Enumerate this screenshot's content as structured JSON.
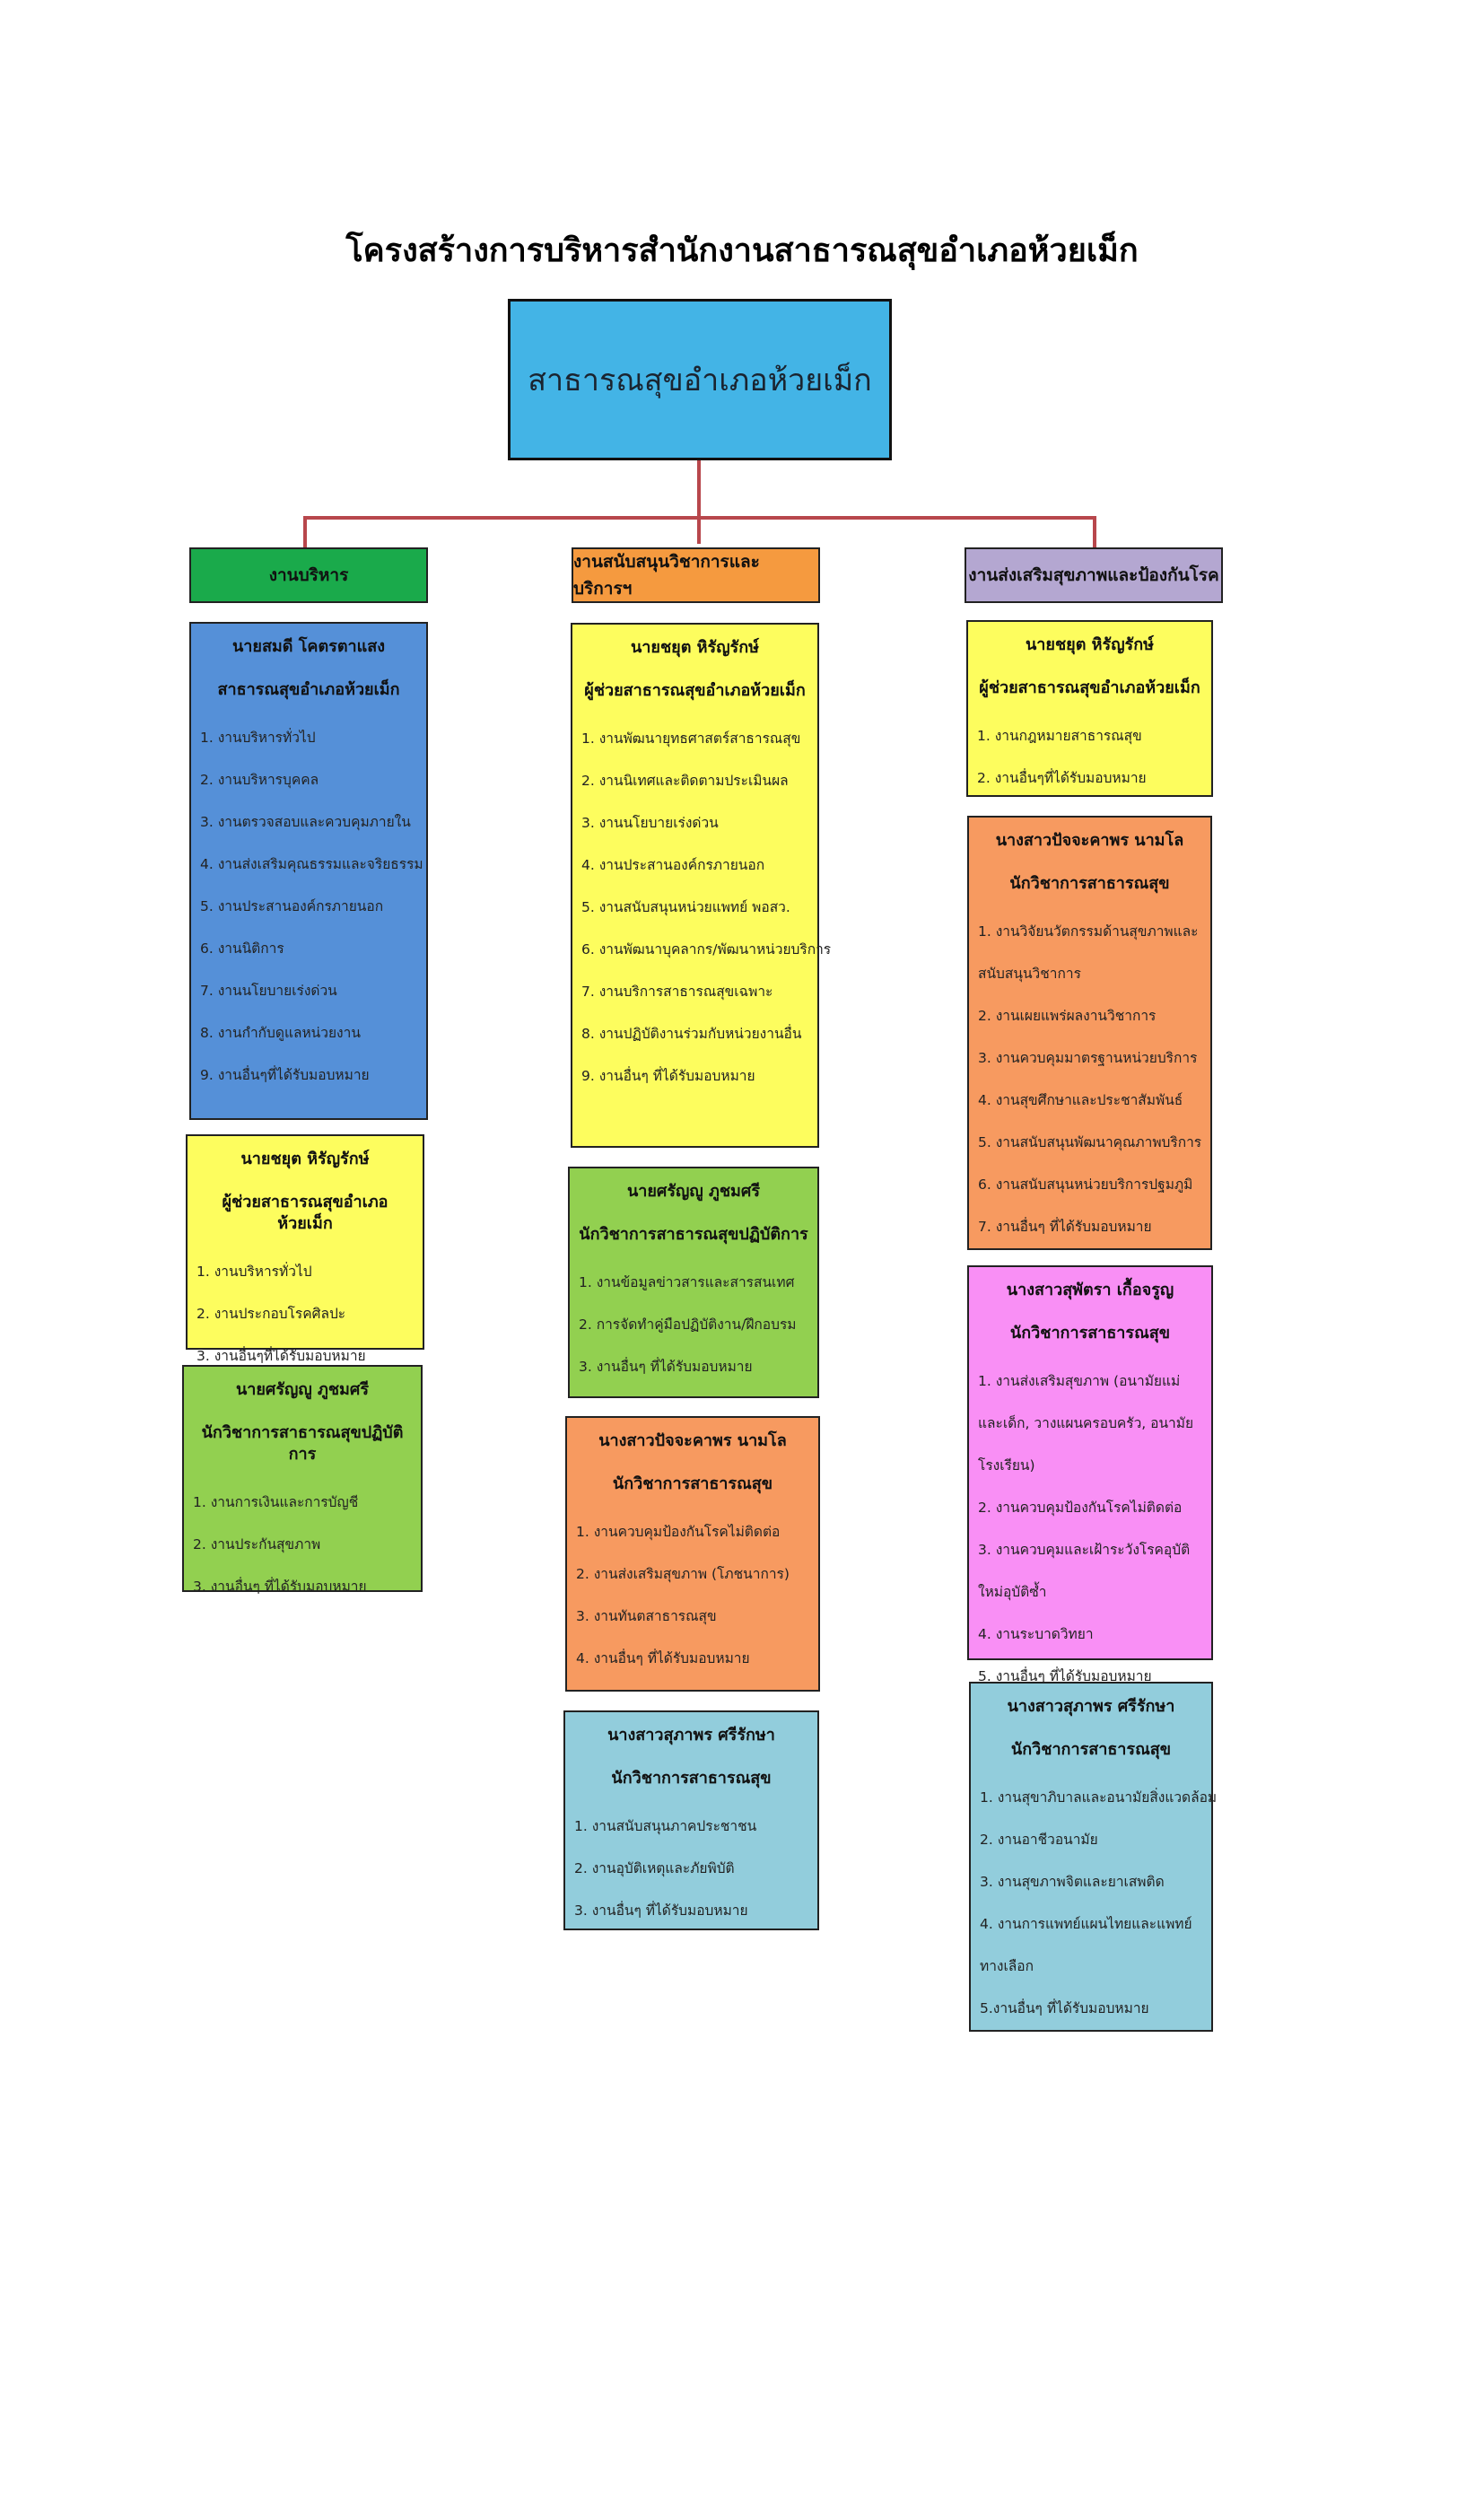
{
  "title": "โครงสร้างการบริหารสำนักงานสาธารณสุขอำเภอห้วยเม็ก",
  "top": {
    "label": "สาธารณสุขอำเภอห้วยเม็ก"
  },
  "colors": {
    "green": "#1aaa4b",
    "orange": "#f59a3f",
    "lavender": "#b4a7d1",
    "blue": "#5590d8",
    "yellow": "#fdfd5e",
    "lime": "#92d050",
    "salmon": "#f79a60",
    "lightblue": "#92cddc",
    "pink": "#f98ff5",
    "topBlue": "#43b4e6",
    "connector": "#b8474c"
  },
  "columns": [
    {
      "header": "งานบริหาร",
      "cards": [
        {
          "name": "นายสมดี โคตรตาแสง",
          "role": "สาธารณสุขอำเภอห้วยเม็ก",
          "items": [
            "1. งานบริหารทั่วไป",
            "2. งานบริหารบุคคล",
            "3. งานตรวจสอบและควบคุมภายใน",
            "4. งานส่งเสริมคุณธรรมและจริยธรรม",
            "5. งานประสานองค์กรภายนอก",
            "6. งานนิติการ",
            "7. งานนโยบายเร่งด่วน",
            "8. งานกำกับดูแลหน่วยงาน",
            "9. งานอื่นๆที่ได้รับมอบหมาย"
          ]
        },
        {
          "name": "นายชยุต หิรัญรักษ์",
          "role": "ผู้ช่วยสาธารณสุขอำเภอห้วยเม็ก",
          "items": [
            "1. งานบริหารทั่วไป",
            "2. งานประกอบโรคศิลปะ",
            "3. งานอื่นๆที่ได้รับมอบหมาย"
          ]
        },
        {
          "name": "นายศรัญญู ภูชมศรี",
          "role": "นักวิชาการสาธารณสุขปฏิบัติการ",
          "items": [
            "1. งานการเงินและการบัญชี",
            "2. งานประกันสุขภาพ",
            "3. งานอื่นๆ ที่ได้รับมอบหมาย"
          ]
        }
      ]
    },
    {
      "header": "งานสนับสนุนวิชาการและบริการฯ",
      "cards": [
        {
          "name": "นายชยุต หิรัญรักษ์",
          "role": "ผู้ช่วยสาธารณสุขอำเภอห้วยเม็ก",
          "items": [
            "1. งานพัฒนายุทธศาสตร์สาธารณสุข",
            "2. งานนิเทศและติดตามประเมินผล",
            "3. งานนโยบายเร่งด่วน",
            "4. งานประสานองค์กรภายนอก",
            "5. งานสนับสนุนหน่วยแพทย์ พอสว.",
            "6. งานพัฒนาบุคลากร/พัฒนาหน่วยบริการ",
            "7. งานบริการสาธารณสุขเฉพาะ",
            "8. งานปฏิบัติงานร่วมกับหน่วยงานอื่น",
            "9. งานอื่นๆ ที่ได้รับมอบหมาย"
          ]
        },
        {
          "name": "นายศรัญญู ภูชมศรี",
          "role": "นักวิชาการสาธารณสุขปฏิบัติการ",
          "items": [
            "1. งานข้อมูลข่าวสารและสารสนเทศ",
            "2. การจัดทำคู่มือปฏิบัติงาน/ฝึกอบรม",
            "3. งานอื่นๆ ที่ได้รับมอบหมาย"
          ]
        },
        {
          "name": "นางสาวปัจจะคาพร นามโล",
          "role": "นักวิชาการสาธารณสุข",
          "items": [
            "1. งานควบคุมป้องกันโรคไม่ติดต่อ",
            "2. งานส่งเสริมสุขภาพ (โภชนาการ)",
            "3. งานทันตสาธารณสุข",
            "4. งานอื่นๆ ที่ได้รับมอบหมาย"
          ]
        },
        {
          "name": "นางสาวสุภาพร ศรีรักษา",
          "role": "นักวิชาการสาธารณสุข",
          "items": [
            "1. งานสนับสนุนภาคประชาชน",
            "2. งานอุบัติเหตุและภัยพิบัติ",
            "3. งานอื่นๆ ที่ได้รับมอบหมาย"
          ]
        }
      ]
    },
    {
      "header": "งานส่งเสริมสุขภาพและป้องกันโรค",
      "cards": [
        {
          "name": "นายชยุต หิรัญรักษ์",
          "role": "ผู้ช่วยสาธารณสุขอำเภอห้วยเม็ก",
          "items": [
            "1. งานกฎหมายสาธารณสุข",
            "2. งานอื่นๆที่ได้รับมอบหมาย"
          ]
        },
        {
          "name": "นางสาวปัจจะคาพร นามโล",
          "role": "นักวิชาการสาธารณสุข",
          "items": [
            "1. งานวิจัยนวัตกรรมด้านสุขภาพและสนับสนุนวิชาการ",
            "2. งานเผยแพร่ผลงานวิชาการ",
            "3. งานควบคุมมาตรฐานหน่วยบริการ",
            "4. งานสุขศึกษาและประชาสัมพันธ์",
            "5. งานสนับสนุนพัฒนาคุณภาพบริการ",
            "6. งานสนับสนุนหน่วยบริการปฐมภูมิ",
            "7. งานอื่นๆ ที่ได้รับมอบหมาย"
          ]
        },
        {
          "name": "นางสาวสุพัตรา เกื้อจรูญ",
          "role": "นักวิชาการสาธารณสุข",
          "items": [
            "1. งานส่งเสริมสุขภาพ (อนามัยแม่และเด็ก, วางแผนครอบครัว, อนามัยโรงเรียน)",
            "2. งานควบคุมป้องกันโรคไม่ติดต่อ",
            "3. งานควบคุมและเฝ้าระวังโรคอุบัติใหม่อุบัติซ้ำ",
            "4. งานระบาดวิทยา",
            "5. งานอื่นๆ ที่ได้รับมอบหมาย"
          ]
        },
        {
          "name": "นางสาวสุภาพร ศรีรักษา",
          "role": "นักวิชาการสาธารณสุข",
          "items": [
            "1. งานสุขาภิบาลและอนามัยสิ่งแวดล้อม",
            "2. งานอาชีวอนามัย",
            "3. งานสุขภาพจิตและยาเสพติด",
            "4. งานการแพทย์แผนไทยและแพทย์ทางเลือก",
            "5.งานอื่นๆ ที่ได้รับมอบหมาย"
          ]
        }
      ]
    }
  ]
}
